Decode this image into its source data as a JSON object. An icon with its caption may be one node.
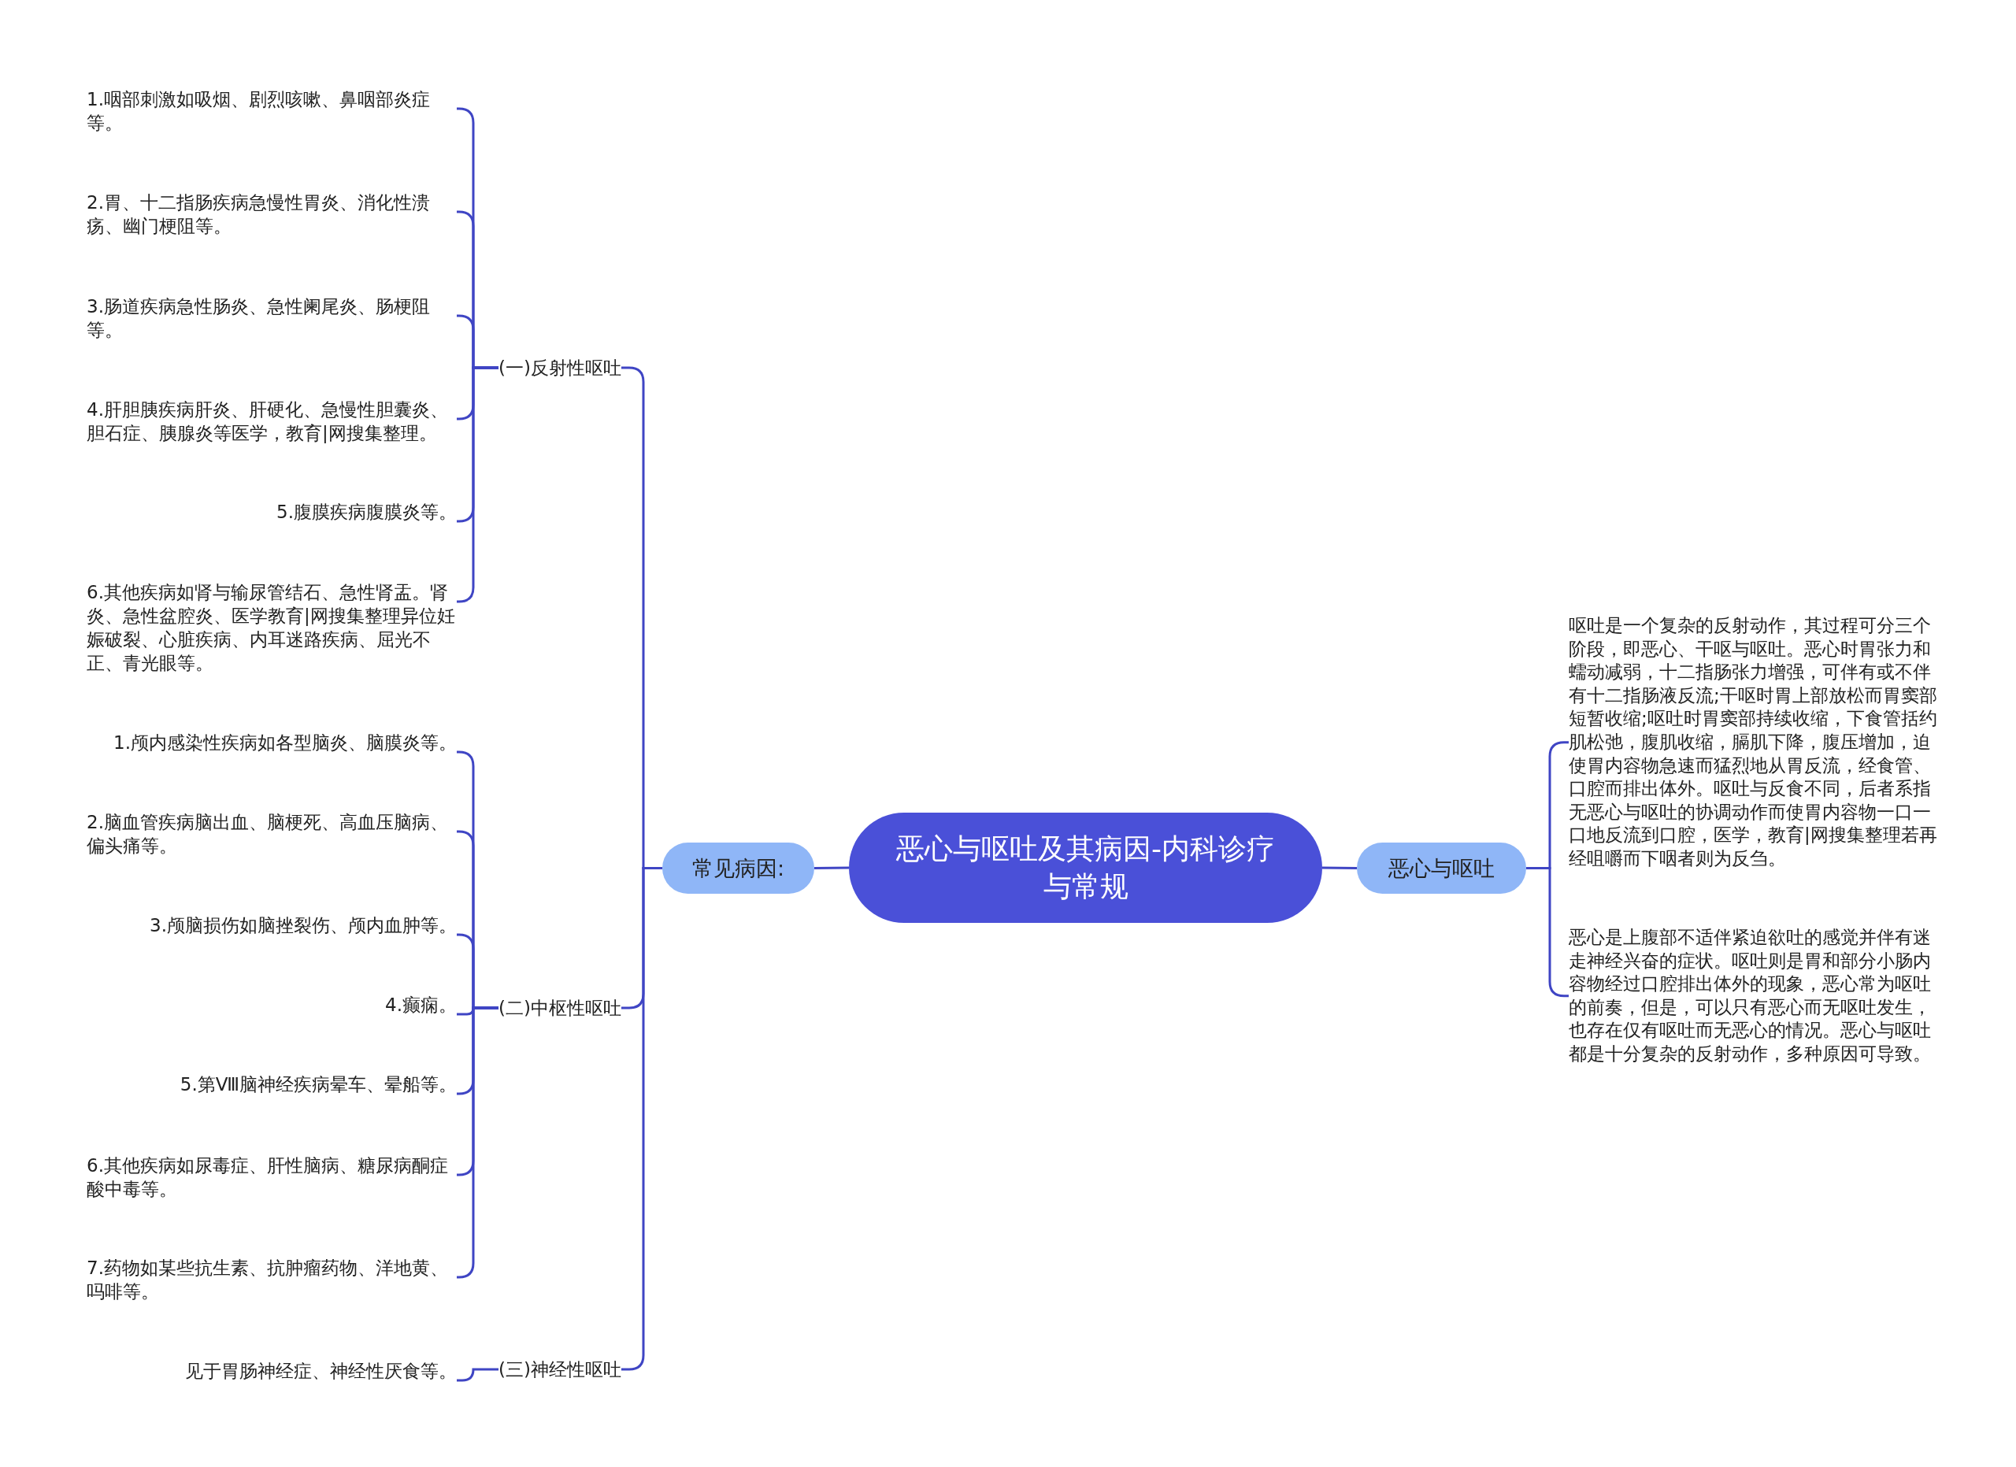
{
  "diagram": {
    "nodes": [
      {
        "text": [
          "恶心与呕吐及其病因-内科诊疗与常规"
        ]
      },
      {
        "text": [
          "常见病因:"
        ]
      },
      {
        "text": [
          "恶心与呕吐"
        ]
      },
      {
        "text": [
          "(一)反射性呕吐"
        ]
      },
      {
        "text": [
          "1.咽部刺激如吸烟、剧烈咳嗽、鼻咽部炎症等。"
        ]
      },
      {
        "text": [
          "2.胃、十二指肠疾病急慢性胃炎、消化性溃疡、幽门梗阻等。"
        ]
      },
      {
        "text": [
          "3.肠道疾病急性肠炎、急性阑尾炎、肠梗阻等。"
        ]
      },
      {
        "text": [
          "4.肝胆胰疾病肝炎、肝硬化、急慢性胆囊炎、胆石症、胰腺炎等医学，教育|网搜集整理。"
        ]
      },
      {
        "text": [
          "5.腹膜疾病腹膜炎等。"
        ]
      },
      {
        "text": [
          "6.其他疾病如肾与输尿管结石、急性肾盂。肾炎、急性盆腔炎、医学教育|网搜集整理异位妊娠破裂、心脏疾病、内耳迷路疾病、屈光不正、青光眼等。"
        ]
      },
      {
        "text": [
          "(二)中枢性呕吐"
        ]
      },
      {
        "text": [
          "1.颅内感染性疾病如各型脑炎、脑膜炎等。"
        ]
      },
      {
        "text": [
          "2.脑血管疾病脑出血、脑梗死、高血压脑病、偏头痛等。"
        ]
      },
      {
        "text": [
          "3.颅脑损伤如脑挫裂伤、颅内血肿等。"
        ]
      },
      {
        "text": [
          "4.癫痫。"
        ]
      },
      {
        "text": [
          "5.第Ⅷ脑神经疾病晕车、晕船等。"
        ]
      },
      {
        "text": [
          "6.其他疾病如尿毒症、肝性脑病、糖尿病酮症酸中毒等。"
        ]
      },
      {
        "text": [
          "7.药物如某些抗生素、抗肿瘤药物、洋地黄、吗啡等。"
        ]
      },
      {
        "text": [
          "(三)神经性呕吐"
        ]
      },
      {
        "text": [
          "见于胃肠神经症、神经性厌食等。"
        ]
      },
      {
        "text": [
          "呕吐是一个复杂的反射动作，其过程可分三个阶段，即恶心、干呕与呕吐。恶心时胃张力和蠕动减弱，十二指肠张力增强，可伴有或不伴有十二指肠液反流;干呕时胃上部放松而胃窦部短暂收缩;呕吐时胃窦部持续收缩，下食管括约肌松弛，腹肌收缩，膈肌下降，腹压增加，迫使胃内容物急速而猛烈地从胃反流，经食管、口腔而排出体外。呕吐与反食不同，后者系指无恶心与呕吐的协调动作而使胃内容物一口一口地反流到口腔，医学，教育|网搜集整理若再经咀嚼而下咽者则为反刍。"
        ]
      },
      {
        "text": [
          "恶心是上腹部不适伴紧迫欲吐的感觉并伴有迷走神经兴奋的症状。呕吐则是胃和部分小肠内容物经过口腔排出体外的现象，恶心常为呕吐的前奏，但是，可以只有恶心而无呕吐发生，也存在仅有呕吐而无恶心的情况。恶心与呕吐都是十分复杂的反射动作，多种原因可导致。"
        ]
      }
    ],
    "edges": [
      {
        "from": 0,
        "to": 1,
        "arrow": "none"
      },
      {
        "from": 0,
        "to": 2,
        "arrow": "none"
      },
      {
        "from": 1,
        "to": 3,
        "arrow": "none"
      },
      {
        "from": 1,
        "to": 10,
        "arrow": "none"
      },
      {
        "from": 1,
        "to": 18,
        "arrow": "none"
      },
      {
        "from": 3,
        "to": 4,
        "arrow": "none"
      },
      {
        "from": 3,
        "to": 5,
        "arrow": "none"
      },
      {
        "from": 3,
        "to": 6,
        "arrow": "none"
      },
      {
        "from": 3,
        "to": 7,
        "arrow": "none"
      },
      {
        "from": 3,
        "to": 8,
        "arrow": "none"
      },
      {
        "from": 3,
        "to": 9,
        "arrow": "none"
      },
      {
        "from": 10,
        "to": 11,
        "arrow": "none"
      },
      {
        "from": 10,
        "to": 12,
        "arrow": "none"
      },
      {
        "from": 10,
        "to": 13,
        "arrow": "none"
      },
      {
        "from": 10,
        "to": 14,
        "arrow": "none"
      },
      {
        "from": 10,
        "to": 15,
        "arrow": "none"
      },
      {
        "from": 10,
        "to": 16,
        "arrow": "none"
      },
      {
        "from": 10,
        "to": 17,
        "arrow": "none"
      },
      {
        "from": 18,
        "to": 19,
        "arrow": "none"
      },
      {
        "from": 2,
        "to": 20,
        "arrow": "none"
      },
      {
        "from": 2,
        "to": 21,
        "arrow": "none"
      }
    ]
  }
}
